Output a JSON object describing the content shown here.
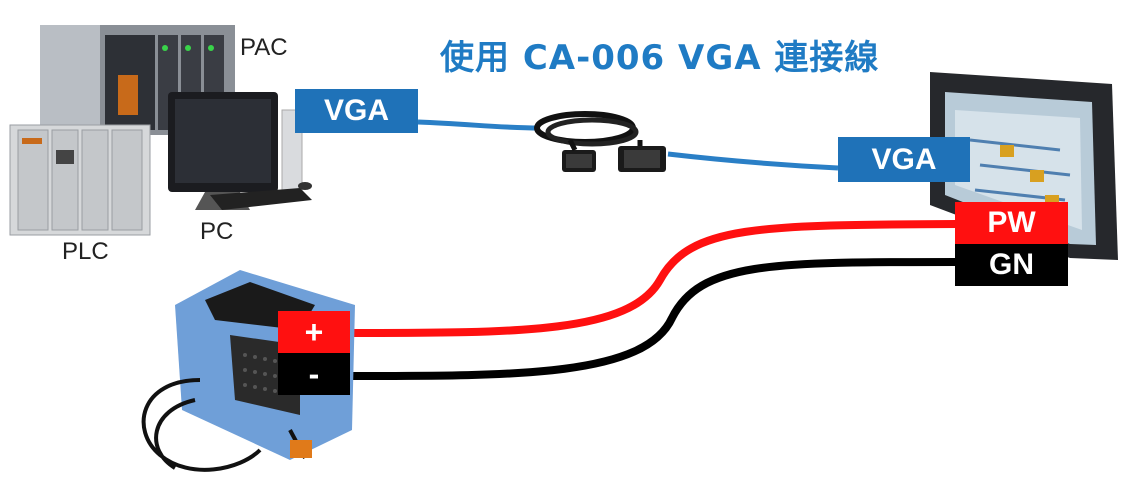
{
  "title": "使用 CA-006 VGA  連接線",
  "devices": {
    "pac_label": "PAC",
    "pc_label": "PC",
    "plc_label": "PLC"
  },
  "connectors": {
    "vga_left": "VGA",
    "vga_right": "VGA",
    "power_positive": "+",
    "power_negative": "-",
    "panel_power": "PW",
    "panel_ground": "GN"
  },
  "colors": {
    "title": "#1f7bc4",
    "vga_tag": "#1f72b8",
    "vga_cable": "#2a7fc6",
    "power_wire": "#ff1010",
    "ground_wire": "#000000",
    "power_supply_case": "#6f9fd8"
  }
}
